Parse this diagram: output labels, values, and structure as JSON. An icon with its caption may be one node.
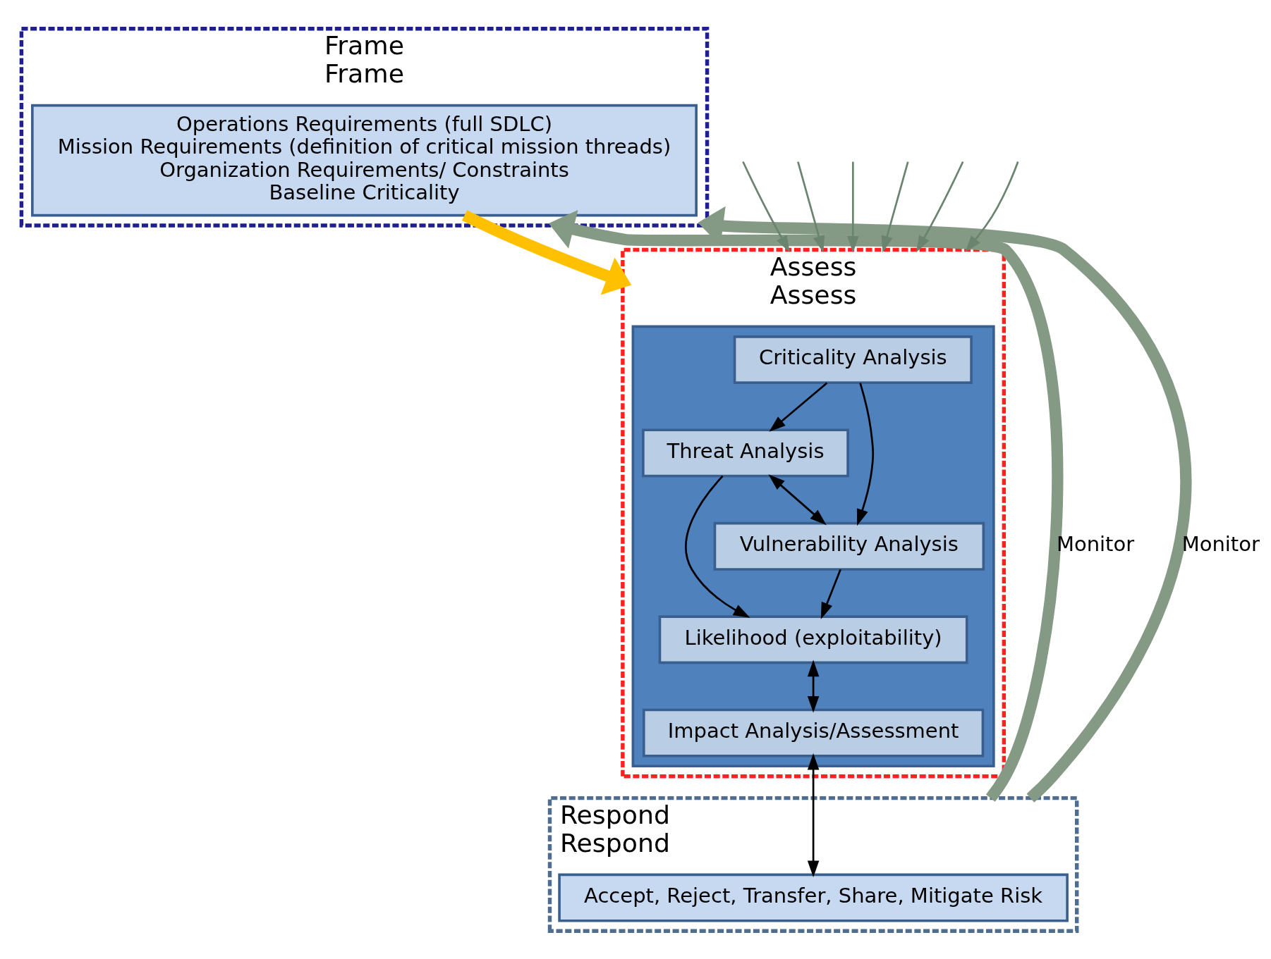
{
  "diagram": {
    "nodes": [
      {
        "text": [
          "Frame",
          "Frame"
        ]
      },
      {
        "text": [
          "Operations Requirements (full SDLC)",
          "Mission Requirements (definition of critical mission threads)",
          "Organization Requirements/ Constraints",
          "Baseline Criticality"
        ],
        "in": 0
      },
      {
        "text": [
          "Assess",
          "Assess"
        ]
      },
      {
        "text": [],
        "shape": "box",
        "in": 2
      },
      {
        "text": [
          "Criticality Analysis"
        ],
        "in": 3
      },
      {
        "text": [
          "Threat Analysis"
        ],
        "in": 3
      },
      {
        "text": [
          "Vulnerability Analysis"
        ],
        "in": 3
      },
      {
        "text": [
          "Likelihood (exploitability)"
        ],
        "in": 3
      },
      {
        "text": [
          "Impact Analysis/Assessment"
        ],
        "in": 3
      },
      {
        "text": [
          "Respond",
          "Respond"
        ]
      },
      {
        "text": [
          "Accept, Reject, Transfer, Share, Mitigate Risk"
        ],
        "in": 9
      }
    ],
    "edges": [
      {
        "from": 1,
        "to": 2,
        "arrow": "to",
        "style": "thick",
        "color": "#ffc000"
      },
      {
        "from": 4,
        "to": 5,
        "arrow": "to"
      },
      {
        "from": 4,
        "to": 6,
        "arrow": "to"
      },
      {
        "from": 5,
        "to": 6,
        "arrow": "both"
      },
      {
        "from": 5,
        "to": 7,
        "arrow": "to"
      },
      {
        "from": 6,
        "to": 7,
        "arrow": "to"
      },
      {
        "from": 7,
        "to": 8,
        "arrow": "both"
      },
      {
        "from": 8,
        "to": 10,
        "arrow": "both"
      },
      {
        "from": 9,
        "to": 0,
        "arrow": "to",
        "label": "Monitor",
        "style": "thick",
        "color": "#849a85"
      },
      {
        "from": 9,
        "to": 0,
        "arrow": "to",
        "label": "Monitor",
        "style": "thick",
        "color": "#849a85"
      },
      {
        "from": null,
        "to": 2,
        "arrow": "to",
        "color": "#6b8470"
      },
      {
        "from": null,
        "to": 2,
        "arrow": "to",
        "color": "#6b8470"
      },
      {
        "from": null,
        "to": 2,
        "arrow": "to",
        "color": "#6b8470"
      },
      {
        "from": null,
        "to": 2,
        "arrow": "to",
        "color": "#6b8470"
      },
      {
        "from": null,
        "to": 2,
        "arrow": "to",
        "color": "#6b8470"
      },
      {
        "from": null,
        "to": 2,
        "arrow": "to",
        "color": "#6b8470"
      }
    ]
  }
}
